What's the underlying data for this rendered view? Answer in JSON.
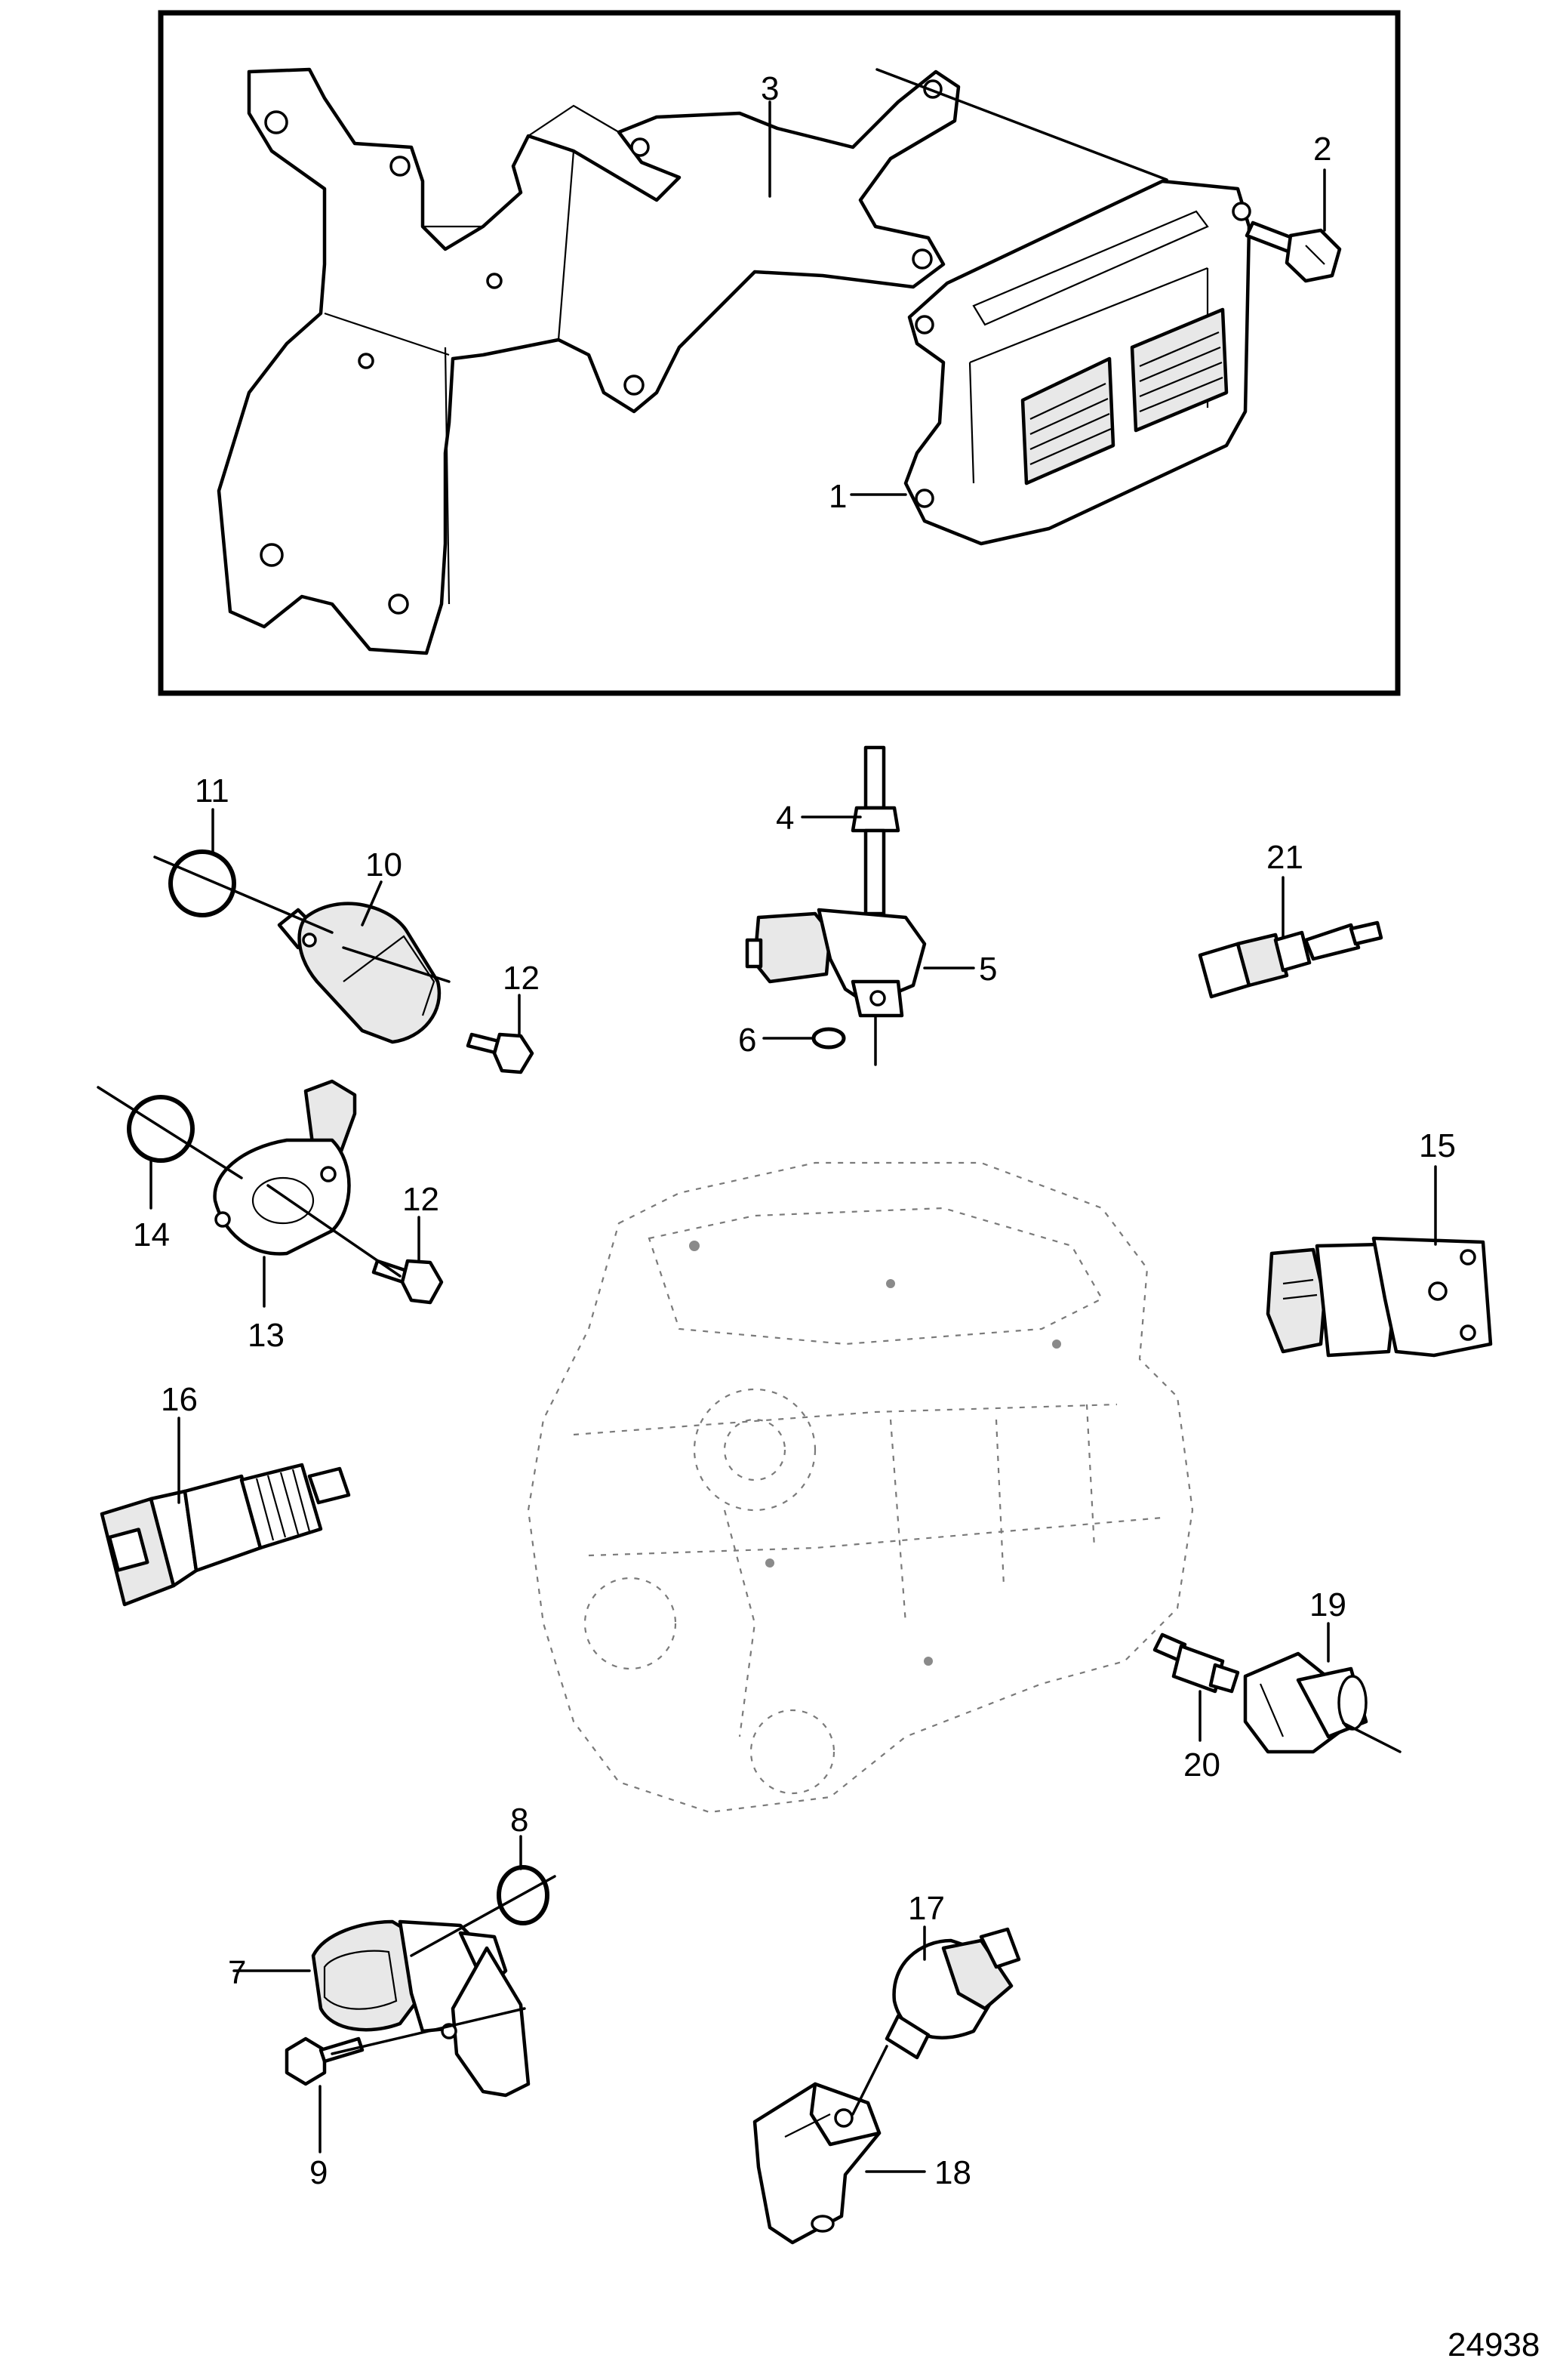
{
  "figure": {
    "number": "24938",
    "callouts": {
      "c1": "1",
      "c2": "2",
      "c3": "3",
      "c4": "4",
      "c5": "5",
      "c6": "6",
      "c7": "7",
      "c8": "8",
      "c9": "9",
      "c10": "10",
      "c11": "11",
      "c12a": "12",
      "c12b": "12",
      "c13": "13",
      "c14": "14",
      "c15": "15",
      "c16": "16",
      "c17": "17",
      "c18": "18",
      "c19": "19",
      "c20": "20",
      "c21": "21"
    }
  }
}
